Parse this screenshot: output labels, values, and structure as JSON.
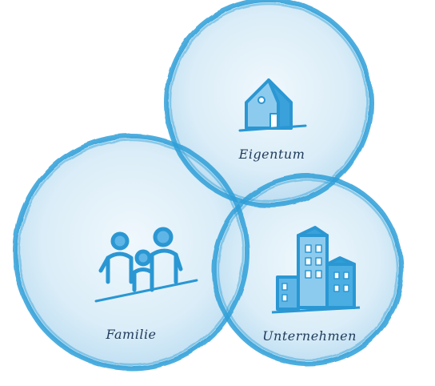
{
  "diagram": {
    "bubbles": [
      {
        "id": "eigentum",
        "label": "Eigentum",
        "icon": "house-icon"
      },
      {
        "id": "familie",
        "label": "Familie",
        "icon": "family-icon"
      },
      {
        "id": "unternehmen",
        "label": "Unternehmen",
        "icon": "buildings-icon"
      }
    ],
    "colors": {
      "bubble_fill": "#cfe6f5",
      "bubble_stroke": "#2f9fd8",
      "icon_stroke": "#2a97d3",
      "label_text": "#1f3a5a"
    }
  }
}
